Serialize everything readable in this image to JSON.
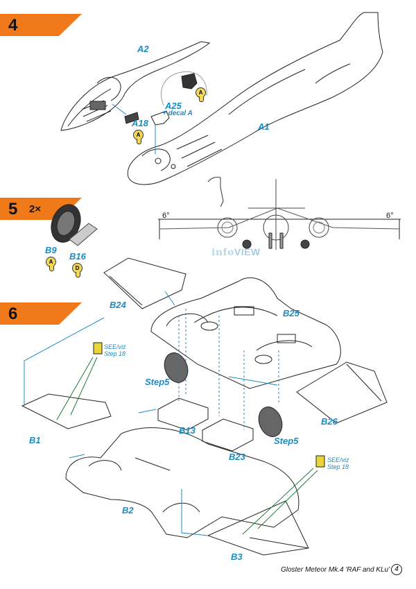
{
  "steps": [
    {
      "number": "4"
    },
    {
      "number": "5",
      "multiplier": "2×"
    },
    {
      "number": "6"
    }
  ],
  "parts": {
    "a2": "A2",
    "a1": "A1",
    "a18": "A18",
    "a25": "A25",
    "a25_note": "+ decal A",
    "b9": "B9",
    "b16": "B16",
    "b24": "B24",
    "b25": "B25",
    "b26": "B26",
    "b1": "B1",
    "b13": "B13",
    "b23": "B23",
    "b2": "B2",
    "b3": "B3"
  },
  "paint_codes": [
    "A",
    "A",
    "A",
    "D"
  ],
  "references": {
    "step5_left": "Step5",
    "step5_right": "Step5",
    "see_viz_1": "SEE/viz",
    "step18_1": "Step 18",
    "see_viz_2": "SEE/viz",
    "step18_2": "Step 18"
  },
  "info_view": {
    "prefix": "info",
    "word": "VIEW",
    "dihedral_left": "6°",
    "dihedral_right": "6°"
  },
  "colors": {
    "step_tab": "#f07a1a",
    "label_blue": "#1a8cc4",
    "paint_yellow": "#f2d95a",
    "leader_blue": "#1a8cc4",
    "leader_green": "#1f7a3a"
  },
  "footer": {
    "title": "Gloster Meteor Mk.4 'RAF and KLu'",
    "page": "4"
  }
}
